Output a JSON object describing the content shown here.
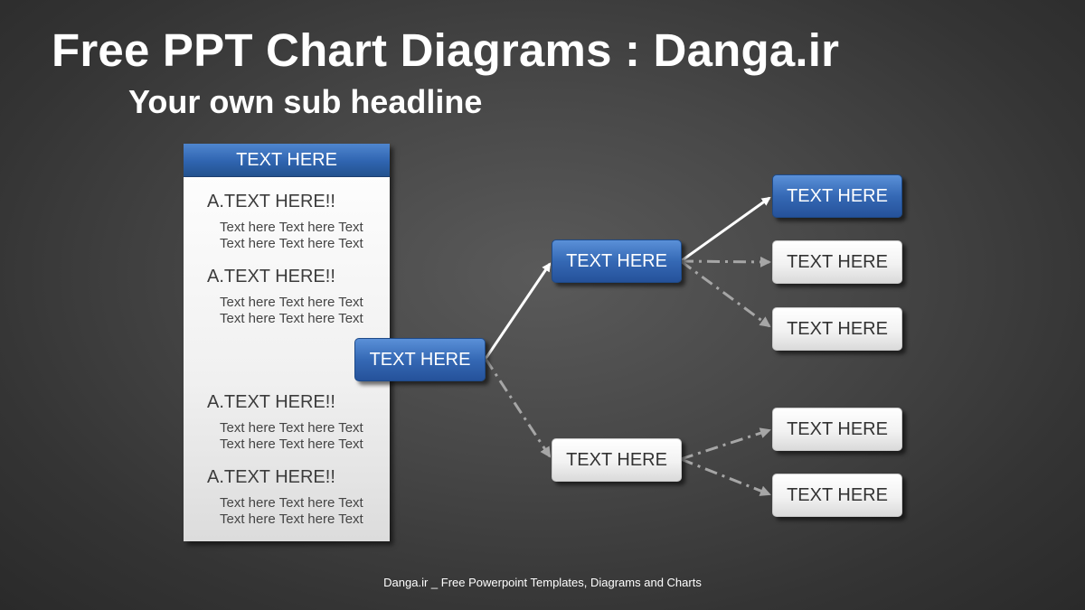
{
  "header": {
    "title": "Free PPT Chart Diagrams : Danga.ir",
    "subtitle": "Your own sub headline"
  },
  "panel": {
    "header": "TEXT HERE",
    "sections": [
      {
        "heading": "A.TEXT HERE!!",
        "lines": [
          "Text here Text here Text",
          "Text here Text here Text"
        ]
      },
      {
        "heading": "A.TEXT HERE!!",
        "lines": [
          "Text here Text here Text",
          "Text here Text here Text"
        ]
      },
      {
        "heading": "A.TEXT HERE!!",
        "lines": [
          "Text here Text here Text",
          "Text here Text here Text"
        ]
      },
      {
        "heading": "A.TEXT HERE!!",
        "lines": [
          "Text here Text here Text",
          "Text here Text here Text"
        ]
      }
    ]
  },
  "tree": {
    "root": "TEXT HERE",
    "branch_upper": "TEXT HERE",
    "branch_lower": "TEXT HERE",
    "leaves_upper": [
      "TEXT HERE",
      "TEXT HERE",
      "TEXT HERE"
    ],
    "leaves_lower": [
      "TEXT HERE",
      "TEXT HERE"
    ]
  },
  "footer": "Danga.ir _ Free Powerpoint Templates, Diagrams and Charts",
  "colors": {
    "accent_blue": "#3569b5",
    "box_white": "#f2f2f2",
    "solid_arrow": "#ffffff",
    "dashed_arrow": "#a6a6a6",
    "background": "#474747"
  }
}
